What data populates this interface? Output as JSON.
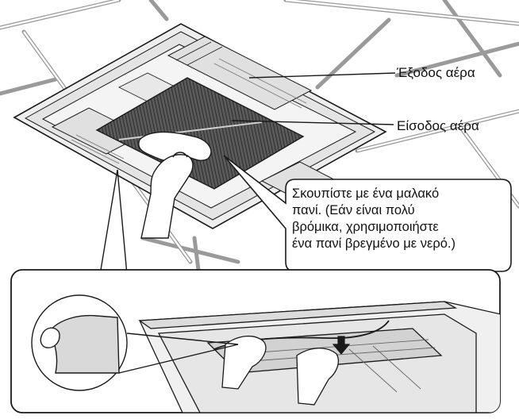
{
  "labels": {
    "air_outlet": "Έξοδος αέρα",
    "air_inlet": "Είσοδος αέρα"
  },
  "callout": {
    "lines": [
      "Σκουπίστε με ένα μαλακό",
      "πανί. (Εάν είναι πολύ",
      "βρόμικα, χρησιμοποιήστε",
      "ένα πανί βρεγμένο με νερό.)"
    ]
  },
  "icons": [
    "ceiling-grid",
    "cassette-panel",
    "grille-mesh",
    "hand-with-cloth",
    "hands-removing-panel",
    "down-arrow-icon",
    "hinge-clip-detail"
  ],
  "colors": {
    "line": "#1a1a1a",
    "panel": "#f2f2f2",
    "mesh": "#3a3a3a",
    "fill_gray": "#d9d9d9"
  }
}
